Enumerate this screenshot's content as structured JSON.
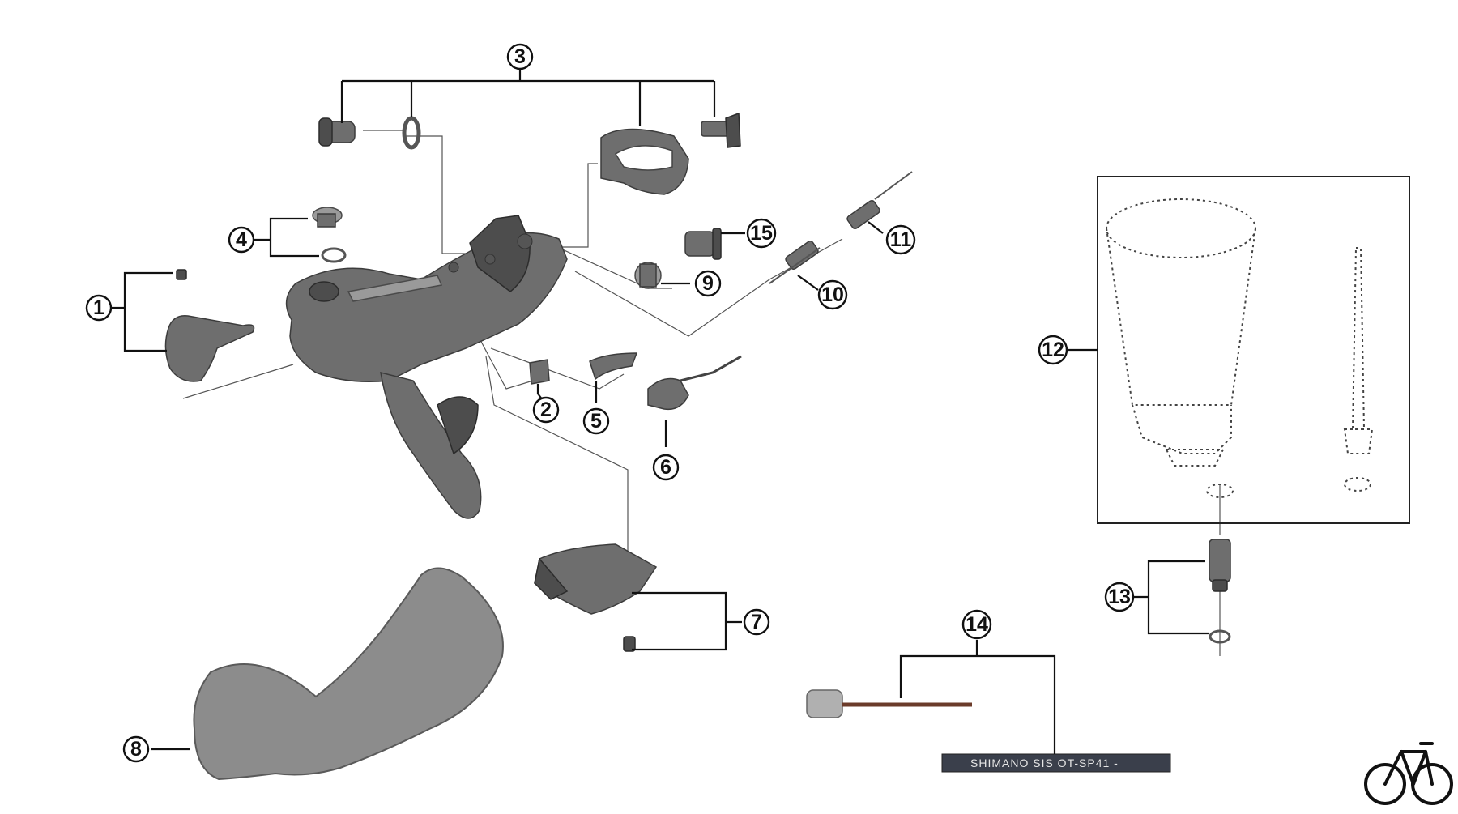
{
  "callouts": {
    "c1": "1",
    "c2": "2",
    "c3": "3",
    "c4": "4",
    "c5": "5",
    "c6": "6",
    "c7": "7",
    "c8": "8",
    "c9": "9",
    "c10": "10",
    "c11": "11",
    "c12": "12",
    "c13": "13",
    "c14": "14",
    "c15": "15"
  },
  "cable_print": "SHIMANO SIS  OT-SP41 -",
  "logo": {
    "name": "bicycle-icon"
  },
  "colors": {
    "parts": "#6e6e6e",
    "outline": "#111111",
    "background": "#ffffff"
  }
}
